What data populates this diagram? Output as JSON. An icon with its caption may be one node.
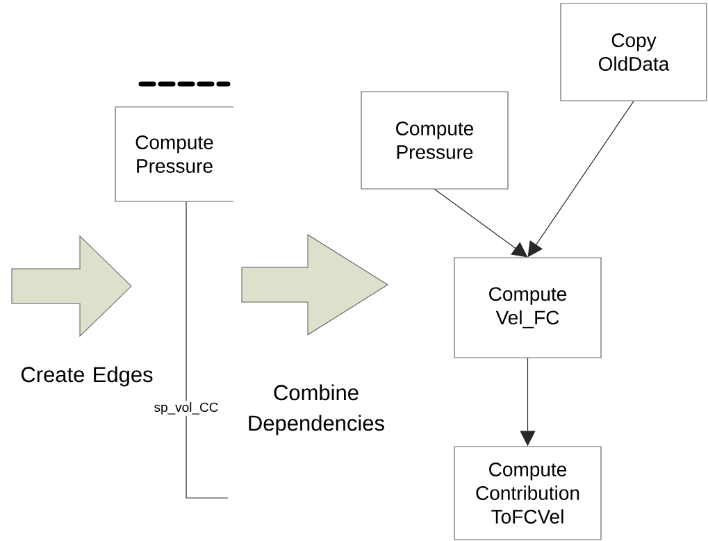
{
  "diagram": {
    "nodes": [
      {
        "text": [
          "Compute Pressure"
        ]
      },
      {
        "text": [
          "Copy OldData"
        ]
      },
      {
        "text": [
          "Compute Pressure"
        ]
      },
      {
        "text": [
          "Compute Vel_FC"
        ]
      },
      {
        "text": [
          "Compute Contribution ToFCVel"
        ]
      }
    ],
    "edges": [
      {
        "from": 0,
        "to": null,
        "arrow": "none",
        "label": "sp_vol_CC"
      },
      {
        "from": 2,
        "to": 3,
        "arrow": "to"
      },
      {
        "from": 1,
        "to": 3,
        "arrow": "to"
      },
      {
        "from": 3,
        "to": 4,
        "arrow": "to"
      }
    ],
    "labels": [
      "Create Edges",
      "Combine Dependencies"
    ]
  }
}
